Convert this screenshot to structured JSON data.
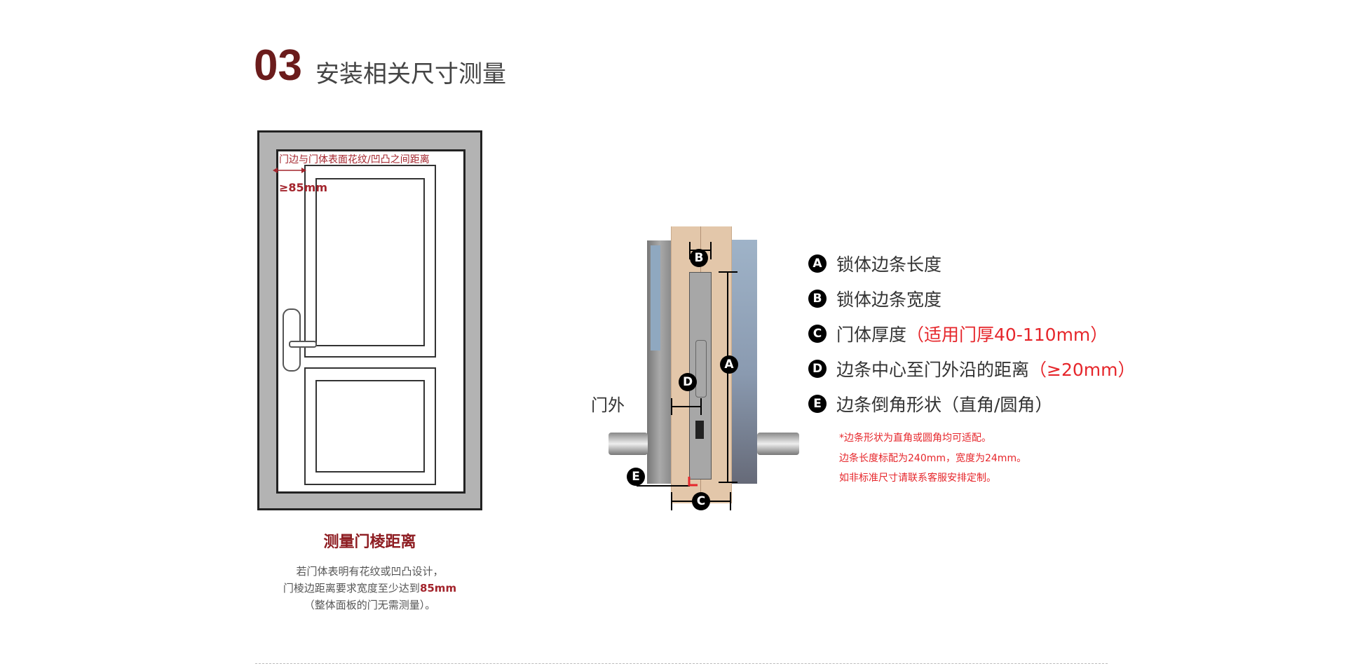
{
  "header": {
    "number": "03",
    "title": "安装相关尺寸测量"
  },
  "door": {
    "label": "门边与门体表面花纹/凹凸之间距离",
    "min_width": "≥85mm"
  },
  "caption": {
    "title": "测量门棱距离",
    "line1": "若门体表明有花纹或凹凸设计，",
    "line2_prefix": "门棱边距离要求宽度至少达到",
    "line2_highlight": "85mm",
    "line3": "（整体面板的门无需测量）。"
  },
  "lock": {
    "outside_label": "门外",
    "markers": [
      "A",
      "B",
      "C",
      "D",
      "E"
    ]
  },
  "legend": [
    {
      "letter": "A",
      "text": "锁体边条长度",
      "note": ""
    },
    {
      "letter": "B",
      "text": "锁体边条宽度",
      "note": ""
    },
    {
      "letter": "C",
      "text": "门体厚度",
      "note": "（适用门厚40-110mm）"
    },
    {
      "letter": "D",
      "text": "边条中心至门外沿的距离",
      "note": "（≥20mm）"
    },
    {
      "letter": "E",
      "text": "边条倒角形状（直角/圆角）",
      "note": ""
    }
  ],
  "notes": [
    "*边条形状为直角或圆角均可适配。",
    "边条长度标配为240mm，宽度为24mm。",
    "如非标准尺寸请联系客服安排定制。"
  ],
  "colors": {
    "brand": "#6b1c1c",
    "accent": "#e6262b",
    "wood": "#e3c7aa"
  }
}
